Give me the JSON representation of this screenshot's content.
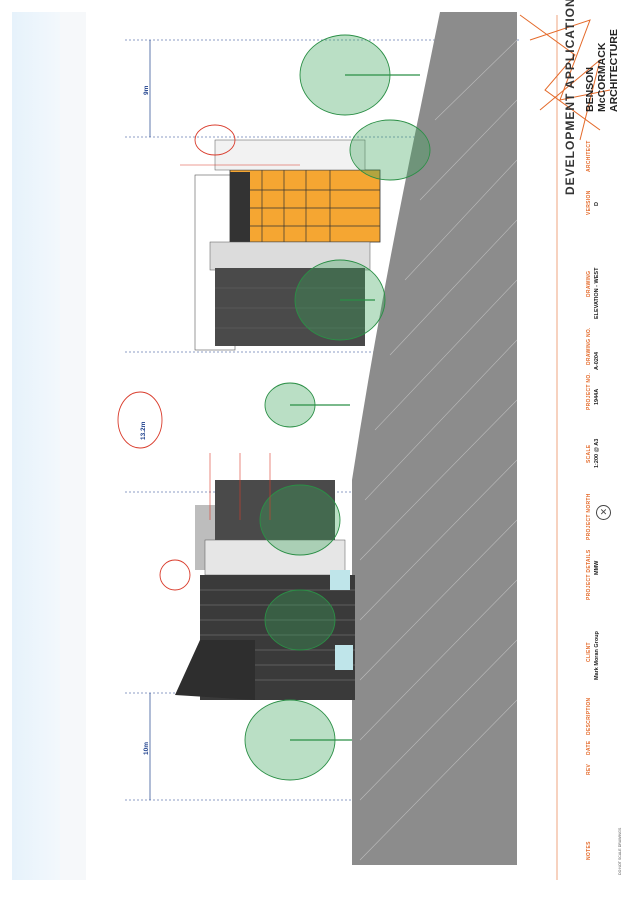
{
  "title_block": {
    "heading": "DEVELOPMENT APPLICATION",
    "firm": [
      "BENSON",
      "McCORMACK",
      "ARCHITECTURE"
    ],
    "architect_label": "ARCHITECT",
    "version_label": "VERSION",
    "version_value": "D",
    "drawing_label": "DRAWING",
    "drawing_value": "ELEVATION - WEST",
    "drawing_no_label": "DRAWING NO.",
    "drawing_no_value": "A-0204",
    "project_no_label": "PROJECT NO.",
    "project_no_value": "1944A",
    "scale_label": "SCALE",
    "scale_value": "1:200 @ A3",
    "north_label": "PROJECT NORTH",
    "project_details_label": "PROJECT DETAILS",
    "project_value": "MMW",
    "client_label": "CLIENT",
    "client_value": "Mark Moran Group",
    "notes_label": "NOTES",
    "rev_label": "REV",
    "date_label": "DATE",
    "description_label": "DESCRIPTION",
    "footer_note": "DO NOT SCALE DRAWINGS"
  },
  "dimensions": {
    "top_height": "9m",
    "middle_height": "13.2m",
    "bottom_height": "10m"
  },
  "colors": {
    "accent": "#e46a2a",
    "facade_orange": "#f5a632",
    "dark_panel": "#4a4a4a",
    "ground": "#8c8c8c",
    "tree": "#3aa35a",
    "dim_line": "#1c3f8c",
    "cloud": "#d93b2b"
  }
}
